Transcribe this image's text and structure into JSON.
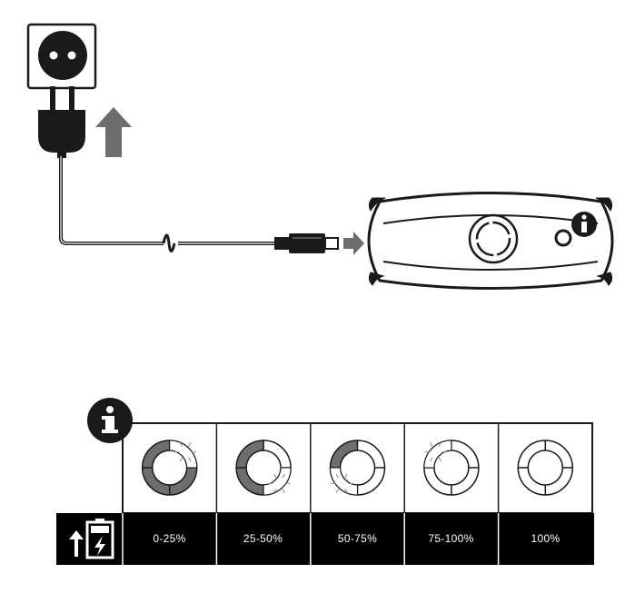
{
  "icons": {
    "socket": "wall-socket-icon",
    "plug": "power-plug-icon",
    "arrow_up": "arrow-up-icon",
    "arrow_right": "arrow-right-icon",
    "info": "info-icon",
    "battery": "battery-charging-icon"
  },
  "colors": {
    "ink": "#1a1a1a",
    "arrow": "#6d6d6d",
    "ring_fill": "#6e6e6e",
    "label_bar": "#000000",
    "label_text": "#ffffff"
  },
  "charge_levels": [
    {
      "label": "0-25%",
      "filled_fraction": 0.75,
      "blinking_segment": 2
    },
    {
      "label": "25-50%",
      "filled_fraction": 0.5,
      "blinking_segment": 3
    },
    {
      "label": "50-75%",
      "filled_fraction": 0.25,
      "blinking_segment": 4
    },
    {
      "label": "75-100%",
      "filled_fraction": 0.0,
      "blinking_segment": 1
    },
    {
      "label": "100%",
      "filled_fraction": 0.0,
      "blinking_segment": 0
    }
  ]
}
